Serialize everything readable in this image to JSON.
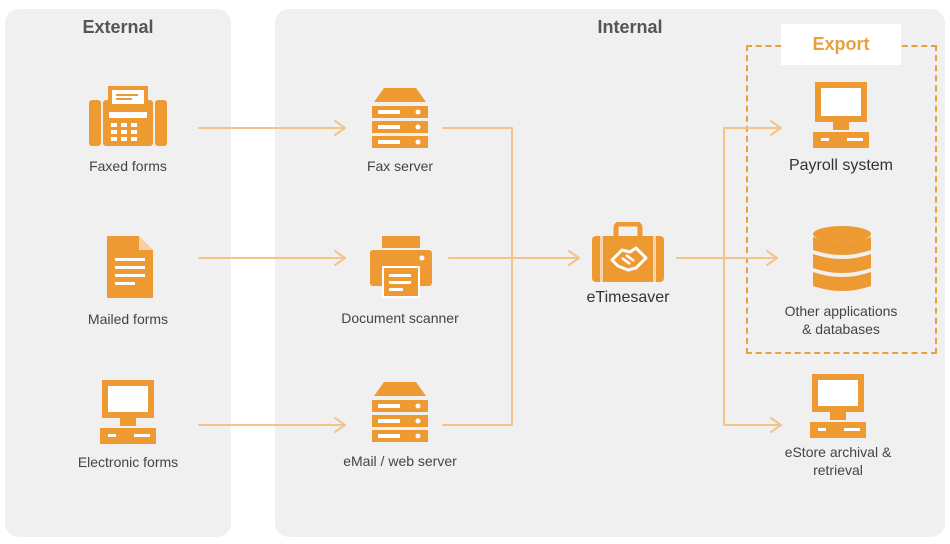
{
  "panels": {
    "external_title": "External",
    "internal_title": "Internal",
    "export_title": "Export"
  },
  "nodes": {
    "faxed_forms": "Faxed forms",
    "mailed_forms": "Mailed forms",
    "electronic_forms": "Electronic forms",
    "fax_server": "Fax server",
    "document_scanner": "Document scanner",
    "email_server": "eMail / web server",
    "etimesaver": "eTimesaver",
    "payroll_system": "Payroll system",
    "other_apps_line1": "Other applications",
    "other_apps_line2": "& databases",
    "estore_line1": "eStore archival &",
    "estore_line2": "retrieval"
  },
  "colors": {
    "accent": "#e9a13c",
    "icon": "#ee9a33",
    "wire": "#f3c487",
    "panel": "#f0f0f0"
  }
}
